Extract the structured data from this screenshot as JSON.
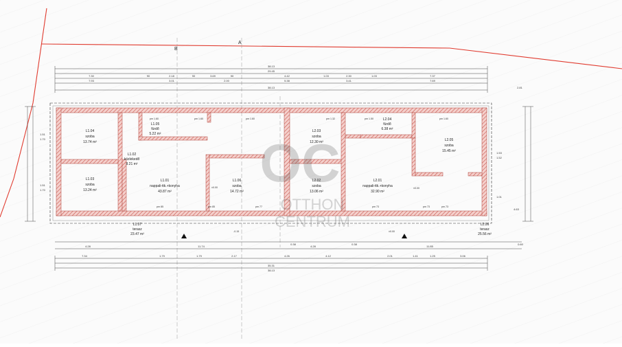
{
  "section_markers": {
    "a": "A",
    "b": "B"
  },
  "dimensions": {
    "top_total": "38.13",
    "top_row": "29.45",
    "top_segments": [
      "7.30",
      "90",
      "2.18",
      "90",
      "3.69",
      "90",
      "4.42",
      "1.03",
      "2.30",
      "1.03",
      "7.37"
    ],
    "top_segments2": [
      "7.93",
      "3.01",
      "2.00",
      "5.38",
      "3.41",
      "7.69"
    ],
    "top_overall": "38.13",
    "right_outer": "2.81",
    "bottom_segments": [
      "4.28",
      "11.74",
      "0.38",
      "4.28",
      "0.38",
      "11.85",
      "0.60"
    ],
    "bottom_segments2": [
      "7.34",
      "1.79",
      "1.79",
      "2.17",
      "4.26",
      "4.12",
      "2.01",
      "1.41",
      "1.25",
      "3.06"
    ],
    "bottom_total": "38.13",
    "bottom_row": "35.31",
    "left_segments": [
      "1.51",
      "1.70",
      "1.51",
      "1.70"
    ],
    "right_segments": [
      "1.53",
      "1.52",
      "1.01",
      "4.63"
    ]
  },
  "rooms": [
    {
      "code": "L1.04",
      "name": "szoba",
      "area": "13.74 m²"
    },
    {
      "code": "L1.03",
      "name": "szoba",
      "area": "13.24 m²"
    },
    {
      "code": "L1.05",
      "name": "fürdő",
      "area": "5.22 m²"
    },
    {
      "code": "L1.02",
      "name": "közlekedő",
      "area": "8.21 m²"
    },
    {
      "code": "L1.01",
      "name": "nappali-ttk.+konyha",
      "area": "43.87 m²"
    },
    {
      "code": "L1.06",
      "name": "szoba",
      "area": "14.72 m²"
    },
    {
      "code": "L2.03",
      "name": "szoba",
      "area": "12.30 m²"
    },
    {
      "code": "L2.02",
      "name": "szoba",
      "area": "13.06 m²"
    },
    {
      "code": "L2.04",
      "name": "fürdő",
      "area": "6.38 m²"
    },
    {
      "code": "L2.01",
      "name": "nappali-ttk.+konyha",
      "area": "32.90 m²"
    },
    {
      "code": "L2.05",
      "name": "szoba",
      "area": "15.45 m²"
    },
    {
      "code": "L1.07",
      "name": "terasz",
      "area": "23.47 m²"
    },
    {
      "code": "L2.06",
      "name": "terasz",
      "area": "25.56 m²"
    }
  ],
  "levels": {
    "l1": "±0.00",
    "l2": "±0.00",
    "ter1": "-0.15",
    "ter2": "±0.00",
    "pm": [
      "pm 1.60",
      "pm 1.60",
      "pm 1.60",
      "pm 1.32",
      "pm 1.50",
      "pm 1.60"
    ],
    "pm_bottom": [
      "pm 85",
      "pm 85",
      "pm 77",
      "pm 73",
      "pm 73",
      "pm 73"
    ]
  },
  "watermark": {
    "line1": "OTTHON",
    "line2": "CENTRUM",
    "logo": "OC"
  }
}
